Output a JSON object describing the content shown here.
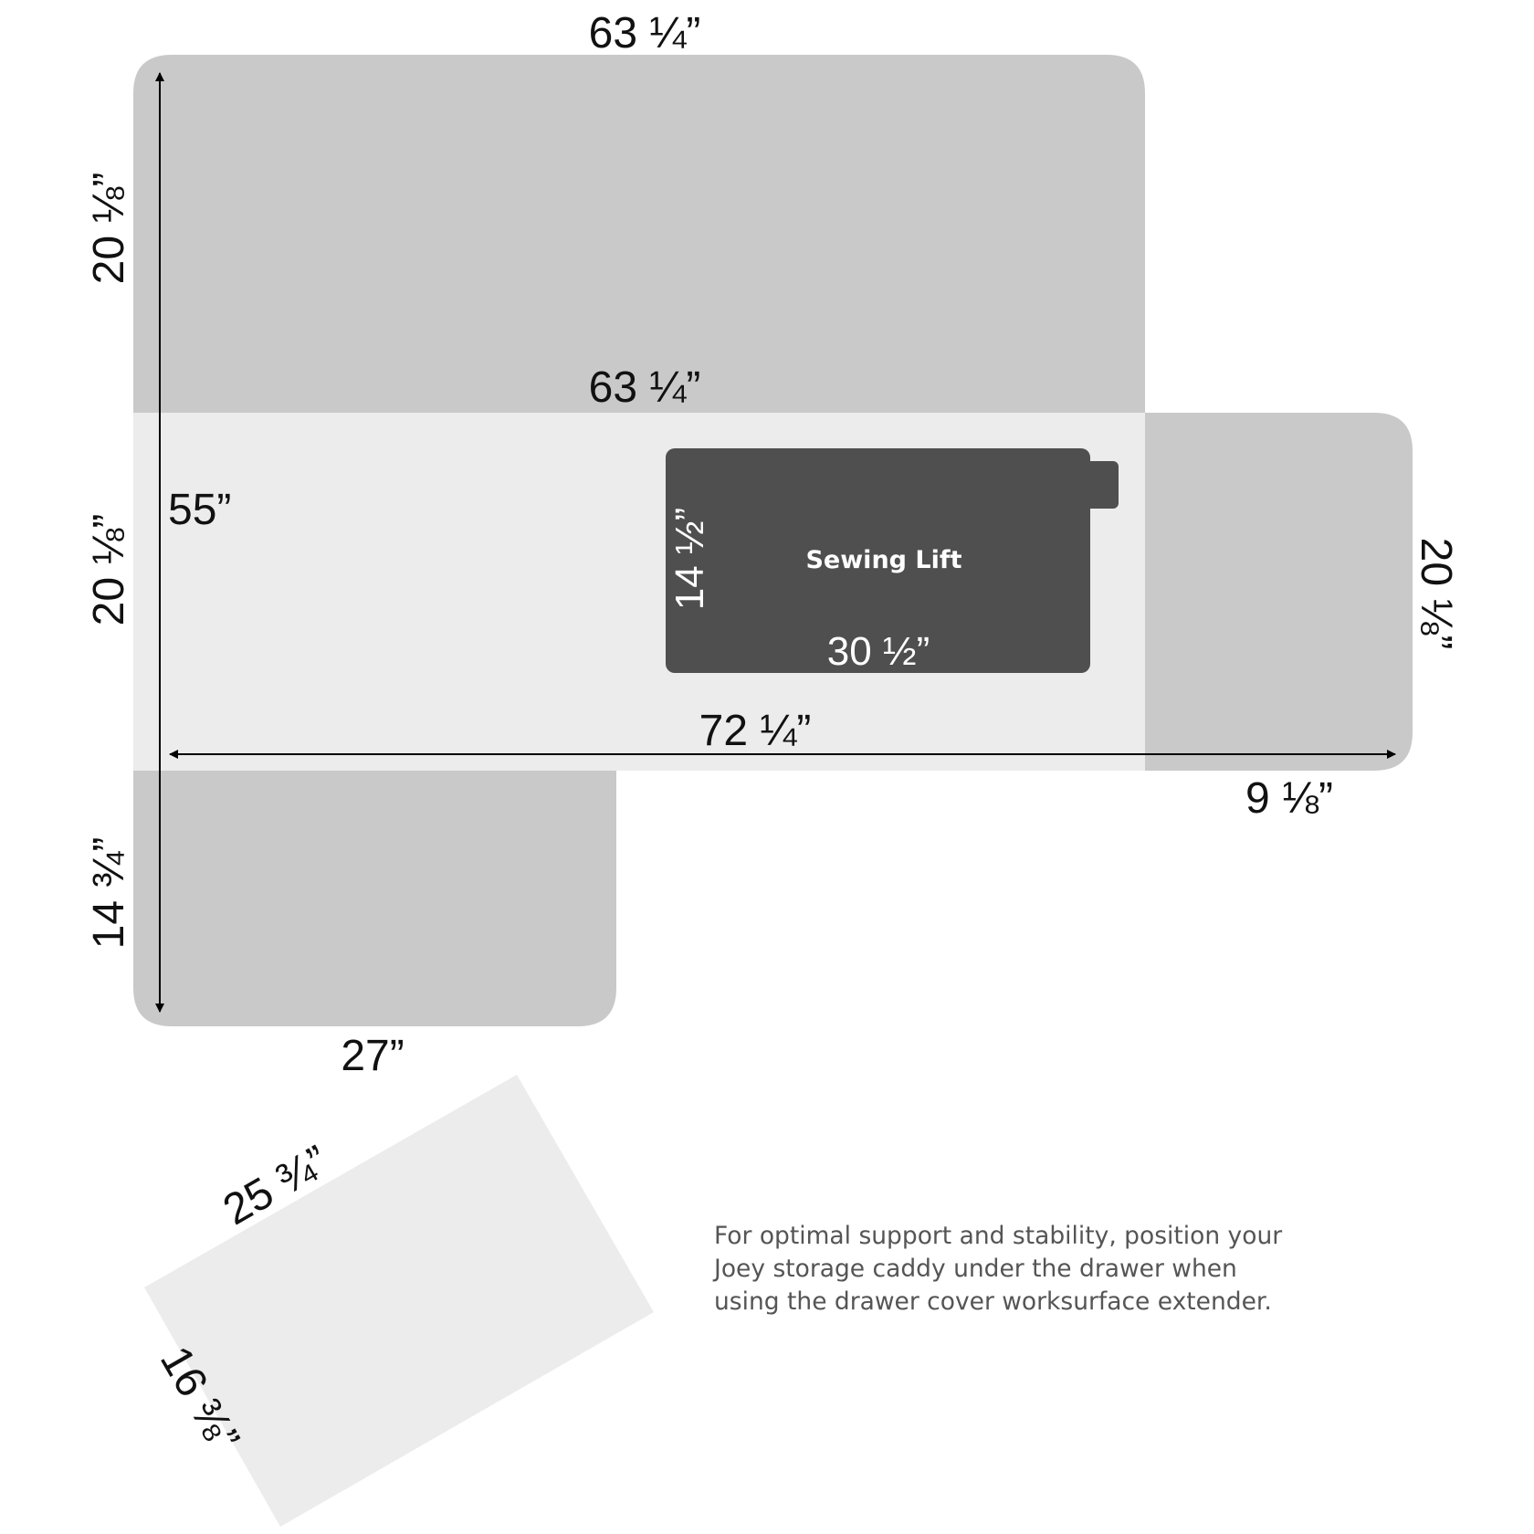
{
  "colors": {
    "panel_dark": "#c9c9c9",
    "panel_light": "#ececec",
    "sewing_lift": "#4f4f4f",
    "arrow": "#000000",
    "note_text": "#555555"
  },
  "dimensions": {
    "top_width": "63 ¼”",
    "middle_width": "63 ¼”",
    "top_depth": "20 ⅛”",
    "middle_depth": "20 ⅛”",
    "total_depth": "55”",
    "bottom_depth": "14 ¾”",
    "bottom_width": "27”",
    "total_width": "72 ¼”",
    "side_depth": "20 ⅛”",
    "side_width": "9 ⅛”",
    "lift_width": "30 ½”",
    "lift_depth": "14 ½”",
    "caddy_width": "25 ¾”",
    "caddy_depth": "16 ⅜”"
  },
  "sewing_lift": {
    "label": "Sewing Lift"
  },
  "note": {
    "lines": [
      "For optimal support and stability, position your",
      "Joey storage caddy under the drawer when",
      "using the drawer cover worksurface extender."
    ]
  },
  "icons": [
    "arrow-vertical-icon",
    "arrow-horizontal-icon"
  ]
}
